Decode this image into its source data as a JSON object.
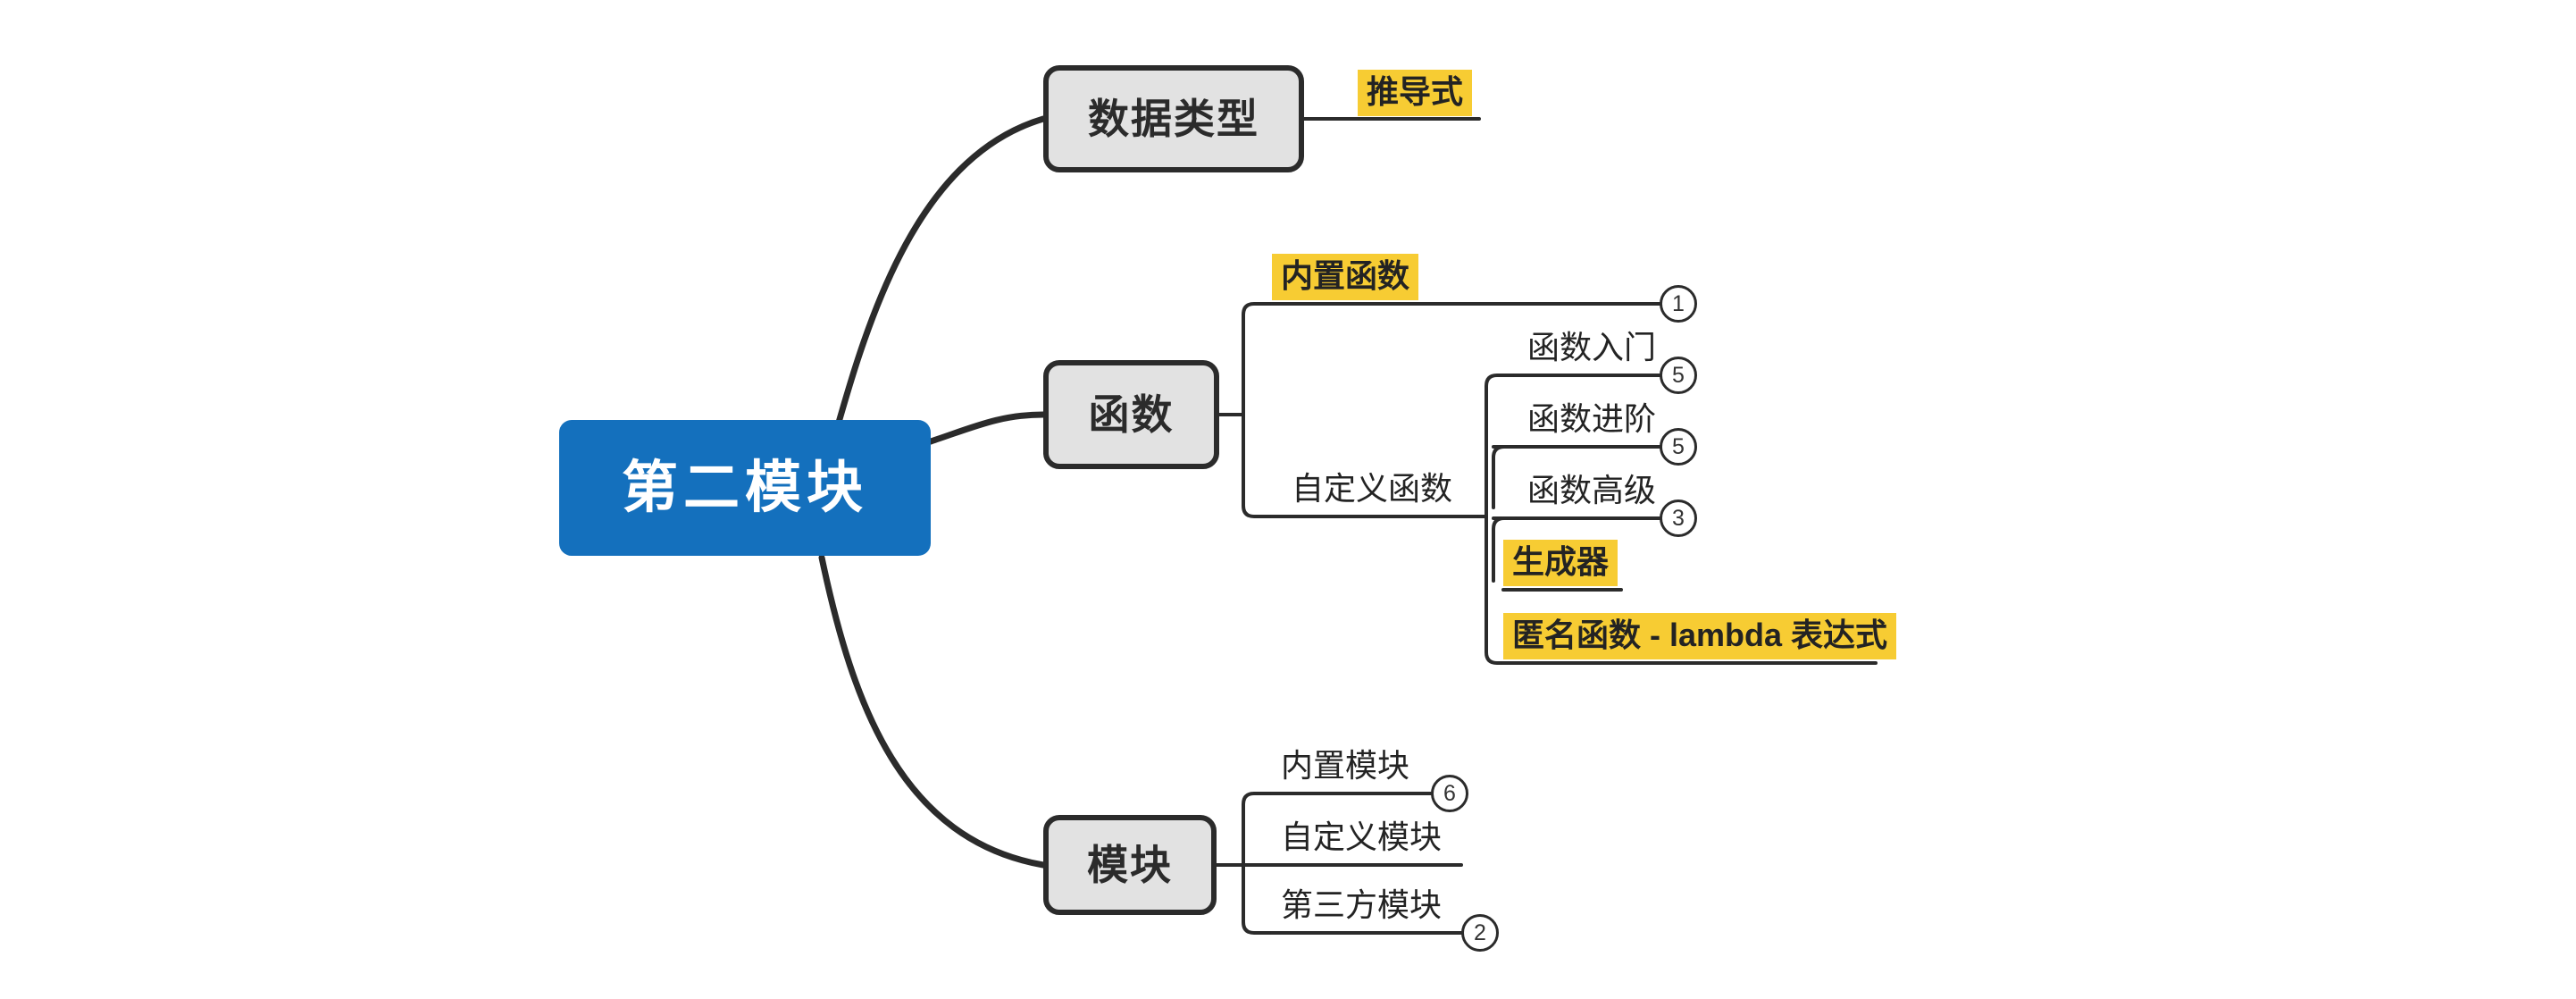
{
  "diagram": {
    "type": "mindmap",
    "title": "第二模块",
    "background": "#ffffff",
    "colors": {
      "root_fill": "#1470bd",
      "root_text": "#ffffff",
      "branch_fill": "#e2e2e2",
      "branch_border": "#2b2b2b",
      "highlight": "#f7cc33",
      "line": "#2b2b2b",
      "text": "#232323"
    }
  },
  "root": {
    "label": "第二模块"
  },
  "branches": [
    {
      "id": "data-types",
      "label": "数据类型",
      "children": [
        {
          "label": "推导式",
          "highlight": true,
          "badge": null
        }
      ]
    },
    {
      "id": "functions",
      "label": "函数",
      "children": [
        {
          "label": "内置函数",
          "highlight": true,
          "badge": "1"
        },
        {
          "label": "自定义函数",
          "highlight": false,
          "badge": null,
          "children": [
            {
              "label": "函数入门",
              "highlight": false,
              "badge": "5"
            },
            {
              "label": "函数进阶",
              "highlight": false,
              "badge": "5"
            },
            {
              "label": "函数高级",
              "highlight": false,
              "badge": "3"
            },
            {
              "label": "生成器",
              "highlight": true,
              "badge": null
            },
            {
              "label": "匿名函数 - lambda 表达式",
              "highlight": true,
              "badge": null
            }
          ]
        }
      ]
    },
    {
      "id": "modules",
      "label": "模块",
      "children": [
        {
          "label": "内置模块",
          "highlight": false,
          "badge": "6"
        },
        {
          "label": "自定义模块",
          "highlight": false,
          "badge": null
        },
        {
          "label": "第三方模块",
          "highlight": false,
          "badge": "2"
        }
      ]
    }
  ],
  "labels": {
    "derivation": "推导式",
    "builtin_function": "内置函数",
    "custom_function": "自定义函数",
    "function_intro": "函数入门",
    "function_intermediate": "函数进阶",
    "function_advanced": "函数高级",
    "generator": "生成器",
    "lambda": "匿名函数 - lambda 表达式",
    "builtin_module": "内置模块",
    "custom_module": "自定义模块",
    "third_party_module": "第三方模块",
    "data_types": "数据类型",
    "functions": "函数",
    "modules": "模块"
  },
  "badges": {
    "builtin_function": "1",
    "function_intro": "5",
    "function_intermediate": "5",
    "function_advanced": "3",
    "builtin_module": "6",
    "third_party_module": "2"
  }
}
